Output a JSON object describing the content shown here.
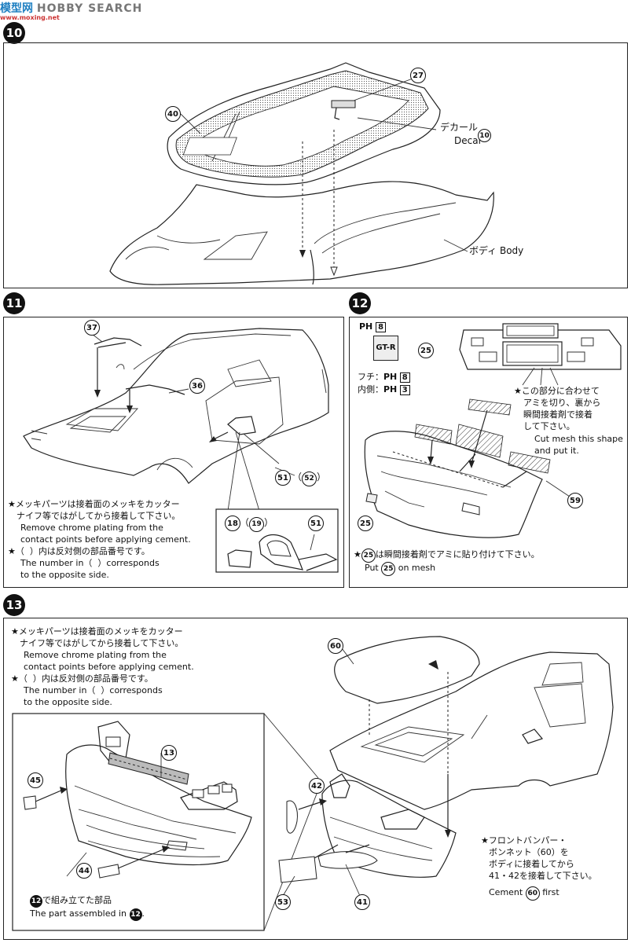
{
  "watermark": {
    "chinese": "模型网",
    "brand": "HOBBY SEARCH",
    "site": "www.moxing.net"
  },
  "step10": {
    "number": "10",
    "callouts": [
      "40",
      "27"
    ],
    "decal_label_jp": "デカール",
    "decal_label_en": "Decal",
    "decal_number": "10",
    "body_label": "ボディ Body"
  },
  "step11": {
    "number": "11",
    "callouts": [
      "37",
      "36",
      "51",
      "52",
      "18",
      "19",
      "51"
    ],
    "note_jp_1": "★メッキパーツは接着面のメッキをカッター",
    "note_jp_2": "　ナイフ等ではがしてから接着して下さい。",
    "note_en_1": "Remove chrome plating from the",
    "note_en_2": "contact points before applying cement.",
    "note_jp_3": "★（  ）内は反対側の部品番号です。",
    "note_en_3": "The number in（  ）corresponds",
    "note_en_4": "to the opposite side."
  },
  "step12": {
    "number": "12",
    "ph_label": "PH",
    "ph_num": "8",
    "gtr_badge": "GT-R",
    "gtr_callout": "25",
    "fuchi_label": "フチ：",
    "fuchi_ph": "PH",
    "fuchi_num": "8",
    "uchigawa_label": "内側：",
    "uchigawa_ph": "PH",
    "uchigawa_num": "3",
    "mesh_note_jp_1": "★この部分に合わせて",
    "mesh_note_jp_2": "アミを切り、裏から",
    "mesh_note_jp_3": "瞬間接着剤で接着",
    "mesh_note_jp_4": "して下さい。",
    "mesh_note_en_1": "Cut mesh this shape",
    "mesh_note_en_2": "and put it.",
    "callout_59": "59",
    "callout_25": "25",
    "bottom_note_jp": "は瞬間接着剤でアミに貼り付けて下さい。",
    "bottom_note_num": "25",
    "bottom_note_en_pre": "Put",
    "bottom_note_en_post": "on mesh"
  },
  "step13": {
    "number": "13",
    "note_jp_1": "★メッキパーツは接着面のメッキをカッター",
    "note_jp_2": "　ナイフ等ではがしてから接着して下さい。",
    "note_en_1": "Remove chrome plating from the",
    "note_en_2": "contact points before applying cement.",
    "note_jp_3": "★（  ）内は反対側の部品番号です。",
    "note_en_3": "The number in（  ）corresponds",
    "note_en_4": "to the opposite side.",
    "callouts_left": [
      "45",
      "13",
      "44"
    ],
    "assembled_jp": "で組み立てた部品",
    "assembled_num": "12",
    "assembled_en": "The part assembled in",
    "callouts_right": [
      "60",
      "42",
      "53",
      "41"
    ],
    "cement_note_jp_1": "★フロントバンパー・",
    "cement_note_jp_2": "ボンネット（60）を",
    "cement_note_jp_3": "ボディに接着してから",
    "cement_note_jp_4": "41・42を接着して下さい。",
    "cement_note_en": "Cement",
    "cement_note_num": "60",
    "cement_note_en_post": "first"
  }
}
